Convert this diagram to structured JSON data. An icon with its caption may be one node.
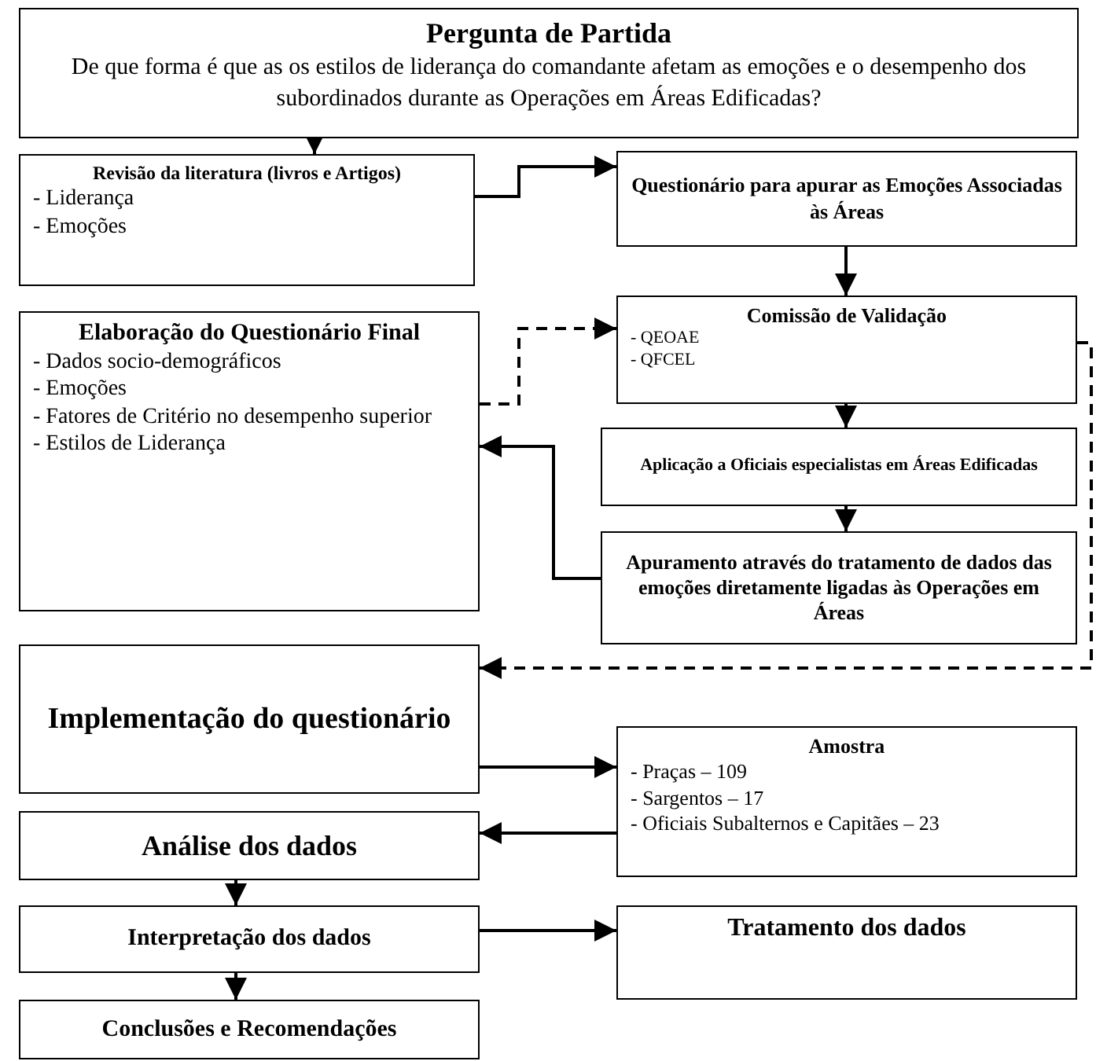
{
  "diagram": {
    "nodes": [
      {
        "text": [
          "Pergunta de Partida",
          "De que forma é que as os estilos de liderança do comandante afetam as emoções e o desempenho dos subordinados durante as Operações em Áreas Edificadas?"
        ]
      },
      {
        "text": [
          "Revisão da literatura (livros e Artigos)",
          "- Liderança",
          "- Emoções"
        ]
      },
      {
        "text": [
          "Questionário para apurar as Emoções Associadas às Áreas"
        ]
      },
      {
        "text": [
          "Comissão de Validação",
          "- QEOAE",
          "- QFCEL"
        ]
      },
      {
        "text": [
          "Elaboração do Questionário Final",
          "- Dados socio-demográficos",
          "- Emoções",
          "- Fatores de Critério no desempenho superior",
          "- Estilos de Liderança"
        ]
      },
      {
        "text": [
          "Aplicação a Oficiais especialistas em Áreas Edificadas"
        ]
      },
      {
        "text": [
          "Apuramento através do tratamento de dados das emoções diretamente ligadas às Operações em Áreas"
        ]
      },
      {
        "text": [
          "Implementação do questionário"
        ]
      },
      {
        "text": [
          "Amostra",
          "- Praças – 109",
          "- Sargentos – 17",
          "- Oficiais Subalternos e Capitães – 23"
        ]
      },
      {
        "text": [
          "Análise dos dados"
        ]
      },
      {
        "text": [
          "Interpretação dos dados"
        ]
      },
      {
        "text": [
          "Tratamento dos dados"
        ]
      },
      {
        "text": [
          "Conclusões e Recomendações"
        ]
      }
    ],
    "edges": [
      {
        "from": 0,
        "to": 1,
        "arrow": "to"
      },
      {
        "from": 1,
        "to": 2,
        "arrow": "to"
      },
      {
        "from": 2,
        "to": 3,
        "arrow": "to"
      },
      {
        "from": 4,
        "to": 3,
        "arrow": "to",
        "style": "dashed"
      },
      {
        "from": 3,
        "to": 5,
        "arrow": "to"
      },
      {
        "from": 5,
        "to": 6,
        "arrow": "to"
      },
      {
        "from": 6,
        "to": 4,
        "arrow": "to"
      },
      {
        "from": 3,
        "to": 7,
        "arrow": "to",
        "style": "dashed"
      },
      {
        "from": 7,
        "to": 8,
        "arrow": "to"
      },
      {
        "from": 8,
        "to": 9,
        "arrow": "to"
      },
      {
        "from": 9,
        "to": 10,
        "arrow": "to"
      },
      {
        "from": 10,
        "to": 11,
        "arrow": "to"
      },
      {
        "from": 10,
        "to": 12,
        "arrow": "to"
      }
    ]
  }
}
